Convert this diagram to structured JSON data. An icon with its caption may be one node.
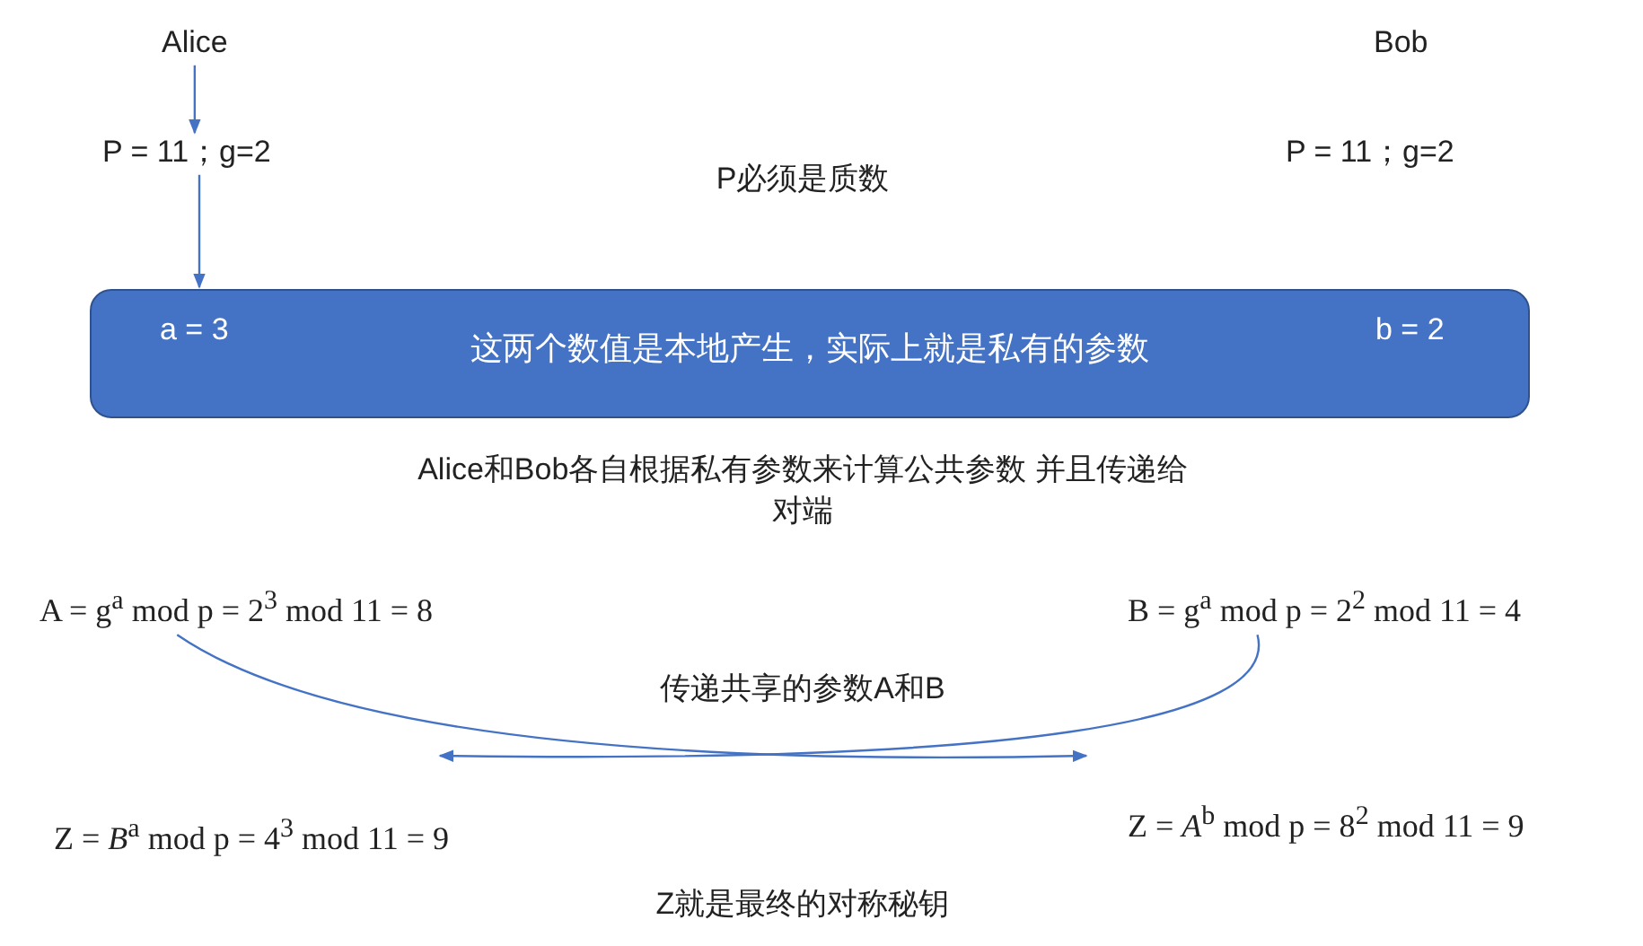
{
  "diagram": {
    "nodes": [
      {
        "text": [
          "Alice"
        ]
      },
      {
        "text": [
          "P = 11；g=2"
        ]
      },
      {
        "text": [
          "这两个数值是本地产生，实际上就是私有的参数"
        ]
      },
      {
        "text": [
          "a = 3"
        ],
        "in": 2
      },
      {
        "text": [
          "b = 2"
        ],
        "in": 2
      },
      {
        "text": [
          "A = g$^{a}$ mod p = 2$^{3}$ mod 11 = 8"
        ]
      },
      {
        "text": [
          "B = g$^{a}$ mod p = 2$^{2}$ mod 11 = 4"
        ]
      }
    ],
    "edges": [
      {
        "from": 0,
        "to": 1,
        "arrow": "to"
      },
      {
        "from": 1,
        "to": 2,
        "arrow": "to"
      },
      {
        "from": 5,
        "to": null,
        "arrow": "to"
      },
      {
        "from": 6,
        "to": null,
        "arrow": "to"
      }
    ],
    "labels": [
      "Bob",
      "P = 11；g=2",
      "P必须是质数",
      "Alice和Bob各自根据私有参数来计算公共参数 并且传递给对端",
      "传递共享的参数A和B",
      "Z = *B*$^{a}$ mod p = 4$^{3}$ mod 11 = 9",
      "Z = *A*$^{b}$ mod p = 8$^{2}$ mod 11 = 9",
      "Z就是最终的对称秘钥"
    ]
  }
}
